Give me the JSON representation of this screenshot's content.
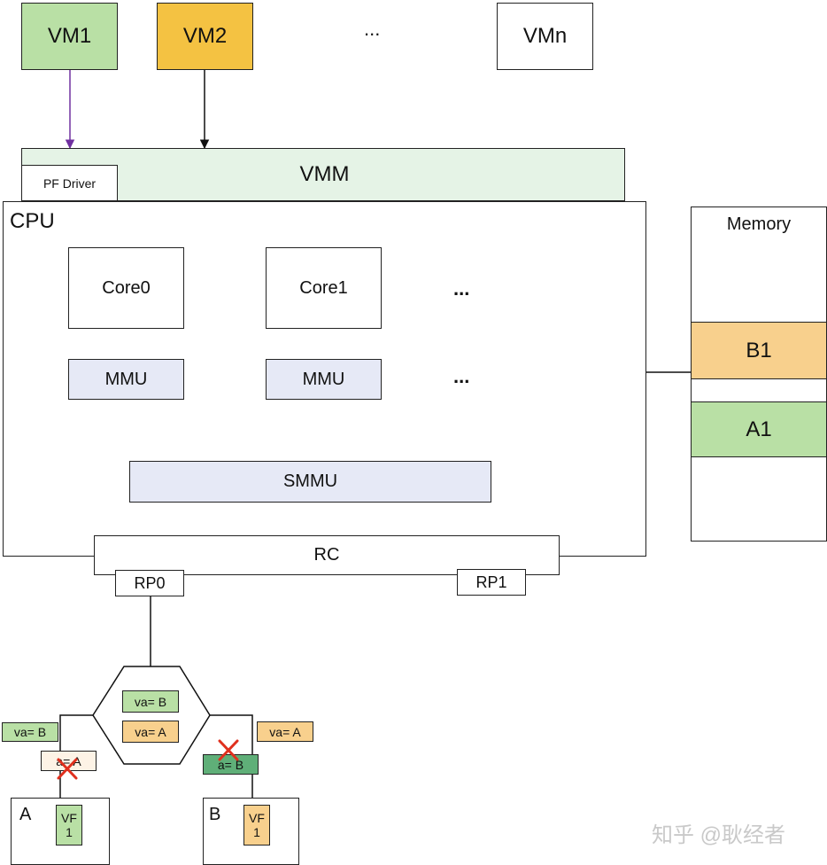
{
  "vms": {
    "vm1": "VM1",
    "vm2": "VM2",
    "ellipsis": "...",
    "vmn": "VMn"
  },
  "vmm": {
    "label": "VMM",
    "pf_driver": "PF Driver"
  },
  "cpu": {
    "label": "CPU",
    "core0": "Core0",
    "core1": "Core1",
    "core_ellipsis": "...",
    "mmu0": "MMU",
    "mmu1": "MMU",
    "mmu_ellipsis": "...",
    "smmu": "SMMU"
  },
  "memory": {
    "label": "Memory",
    "b1": "B1",
    "a1": "A1"
  },
  "rc": {
    "label": "RC",
    "rp0": "RP0",
    "rp1": "RP1"
  },
  "switch": {
    "tag_top": "va= B",
    "tag_bottom": "va= A",
    "left_tag": "va= B",
    "right_tag": "va= A",
    "left_port": "a= A",
    "right_port": "a= B"
  },
  "devices": {
    "a_label": "A",
    "a_vf_line1": "VF",
    "a_vf_line2": "1",
    "b_label": "B",
    "b_vf_line1": "VF",
    "b_vf_line2": "1"
  },
  "watermark": "知乎 @耿经者",
  "colors": {
    "green": "#b9e0a5",
    "orange": "#f4c242",
    "light_orange": "#f8d08d",
    "vmm_fill": "#e5f3e6",
    "mmu_fill": "#e6e9f6",
    "dark_green": "#5faf78",
    "cream": "#fdf3e6",
    "vm1_arrow": "#7030a0",
    "red_cross": "#e0301e"
  },
  "icons": {
    "block_marker": "red-x-icon"
  }
}
